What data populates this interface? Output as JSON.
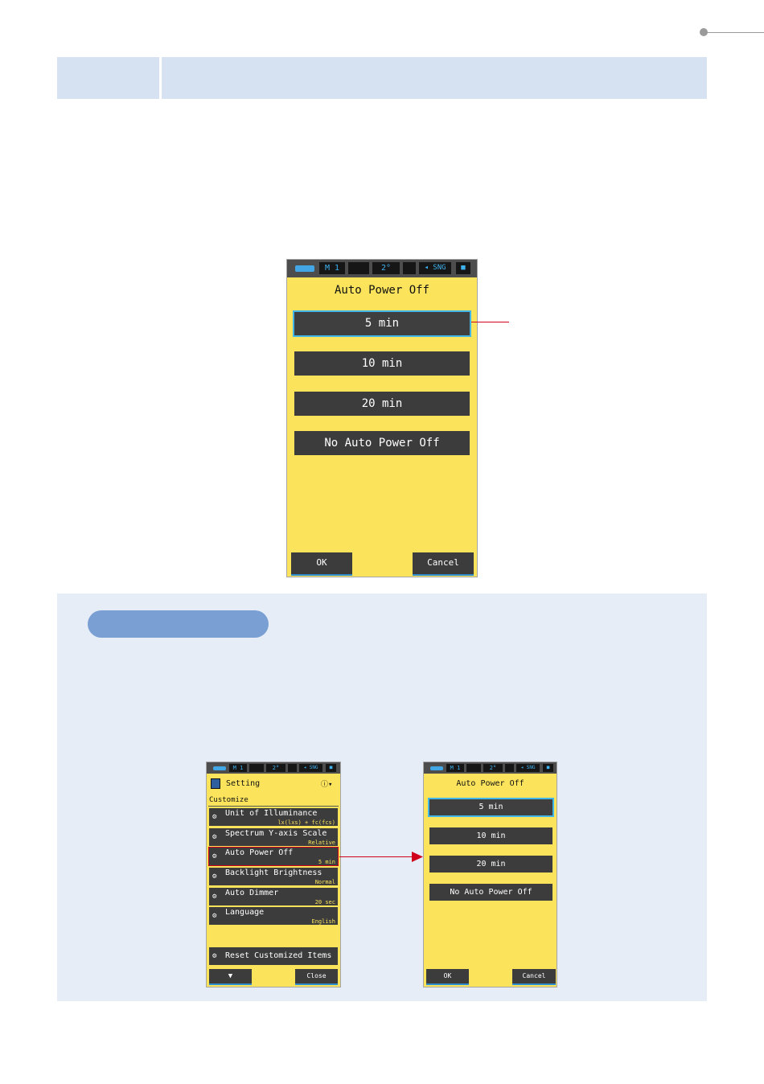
{
  "main_screen": {
    "status": {
      "mode": "M",
      "memory": "1",
      "angle": "2°",
      "measure": "SNG"
    },
    "title": "Auto Power Off",
    "options": [
      "5 min",
      "10 min",
      "20 min",
      "No Auto Power Off"
    ],
    "selected_index": 0,
    "ok_label": "OK",
    "cancel_label": "Cancel"
  },
  "settings_screen": {
    "status": {
      "mode": "M",
      "memory": "1",
      "angle": "2°",
      "measure": "SNG"
    },
    "title": "Setting",
    "info_icon": "ⓘ▾",
    "section": "Customize",
    "rows": [
      {
        "label": "Unit of Illuminance",
        "value": "lx(lxs) + fc(fcs)"
      },
      {
        "label": "Spectrum Y-axis Scale",
        "value": "Relative"
      },
      {
        "label": "Auto Power Off",
        "value": "5 min"
      },
      {
        "label": "Backlight Brightness",
        "value": "Normal"
      },
      {
        "label": "Auto Dimmer",
        "value": "20 sec"
      },
      {
        "label": "Language",
        "value": "English"
      }
    ],
    "reset_label": "Reset Customized Items",
    "down_label": "▼",
    "close_label": "Close"
  },
  "small_screen": {
    "status": {
      "mode": "M",
      "memory": "1",
      "angle": "2°",
      "measure": "SNG"
    },
    "title": "Auto Power Off",
    "options": [
      "5 min",
      "10 min",
      "20 min",
      "No Auto Power Off"
    ],
    "ok_label": "OK",
    "cancel_label": "Cancel"
  },
  "colors": {
    "screen_bg": "#fbe45c",
    "button": "#3c3c3c",
    "highlight": "#43b6e8",
    "callout_red": "#d0021b",
    "header_blue": "#d6e1f1",
    "panel_blue": "#e7edf7"
  }
}
